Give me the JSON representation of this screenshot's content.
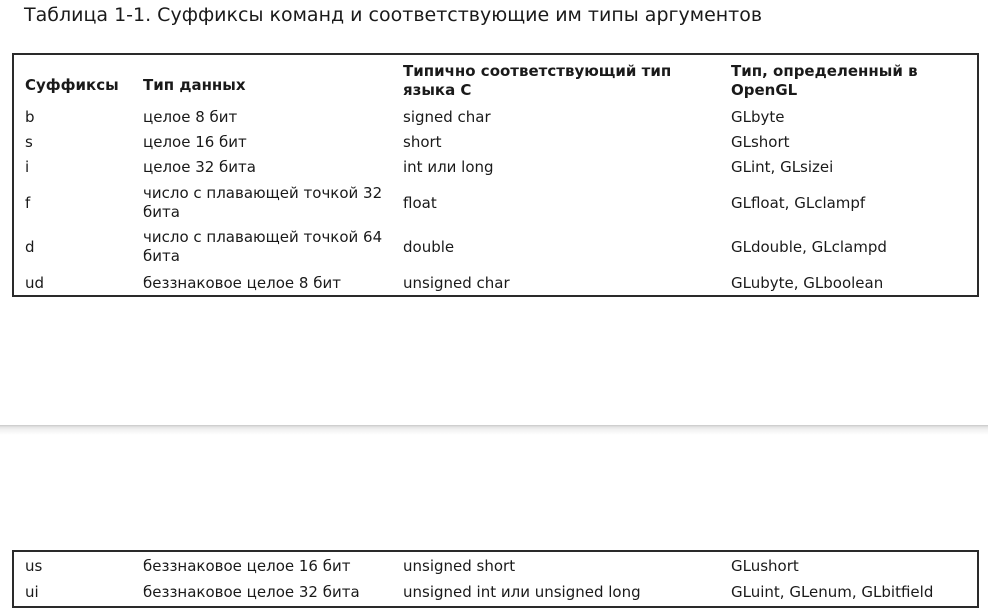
{
  "document": {
    "caption": "Таблица 1-1. Суффиксы команд и соответствующие им типы аргументов",
    "table": {
      "headers": [
        "Суффиксы",
        "Тип данных",
        "Типично соответствующий тип языка С",
        "Тип, определенный в OpenGL"
      ],
      "rows": [
        [
          "b",
          "целое 8 бит",
          "signed char",
          "GLbyte"
        ],
        [
          "s",
          "целое 16 бит",
          "short",
          "GLshort"
        ],
        [
          "i",
          "целое 32 бита",
          "int или long",
          "GLint, GLsizei"
        ],
        [
          "f",
          "число с плавающей точкой 32 бита",
          "float",
          "GLfloat, GLclampf"
        ],
        [
          "d",
          "число с плавающей точкой 64 бита",
          "double",
          "GLdouble, GLclampd"
        ],
        [
          "ud",
          "беззнаковое целое 8 бит",
          "unsigned char",
          "GLubyte, GLboolean"
        ]
      ],
      "continued_rows": [
        [
          "us",
          "беззнаковое целое 16 бит",
          "unsigned short",
          "GLushort"
        ],
        [
          "ui",
          "беззнаковое целое 32 бита",
          "unsigned int или unsigned long",
          "GLuint, GLenum, GLbitfield"
        ]
      ]
    }
  }
}
